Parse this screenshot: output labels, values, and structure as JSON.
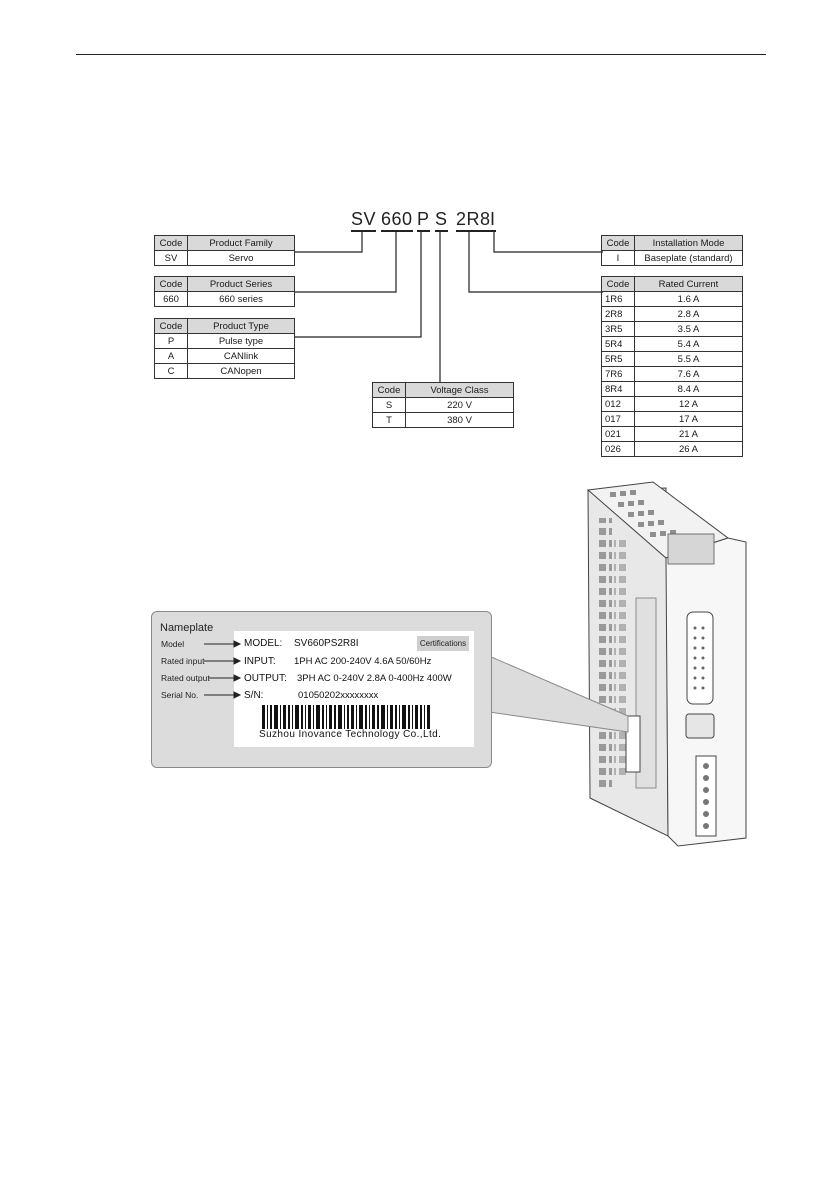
{
  "model_code": [
    "SV",
    "660",
    "P",
    "S",
    "2R8",
    "I"
  ],
  "tables": {
    "product_family": {
      "header": [
        "Code",
        "Product Family"
      ],
      "rows": [
        [
          "SV",
          "Servo"
        ]
      ]
    },
    "product_series": {
      "header": [
        "Code",
        "Product Series"
      ],
      "rows": [
        [
          "660",
          "660 series"
        ]
      ]
    },
    "product_type": {
      "header": [
        "Code",
        "Product Type"
      ],
      "rows": [
        [
          "P",
          "Pulse type"
        ],
        [
          "A",
          "CANlink"
        ],
        [
          "C",
          "CANopen"
        ]
      ]
    },
    "voltage_class": {
      "header": [
        "Code",
        "Voltage Class"
      ],
      "rows": [
        [
          "S",
          "220 V"
        ],
        [
          "T",
          "380 V"
        ]
      ]
    },
    "installation_mode": {
      "header": [
        "Code",
        "Installation Mode"
      ],
      "rows": [
        [
          "I",
          "Baseplate (standard)"
        ]
      ]
    },
    "rated_current": {
      "header": [
        "Code",
        "Rated Current"
      ],
      "rows": [
        [
          "1R6",
          "1.6 A"
        ],
        [
          "2R8",
          "2.8 A"
        ],
        [
          "3R5",
          "3.5 A"
        ],
        [
          "5R4",
          "5.4 A"
        ],
        [
          "5R5",
          "5.5 A"
        ],
        [
          "7R6",
          "7.6 A"
        ],
        [
          "8R4",
          "8.4 A"
        ],
        [
          "012",
          "12 A"
        ],
        [
          "017",
          "17 A"
        ],
        [
          "021",
          "21 A"
        ],
        [
          "026",
          "26 A"
        ]
      ]
    }
  },
  "nameplate": {
    "title": "Nameplate",
    "labels": [
      "Model",
      "Rated input",
      "Rated output",
      "Serial No."
    ],
    "model_key": "MODEL:",
    "model_value": "SV660PS2R8I",
    "certifications": "Certifications",
    "input_key": "INPUT:",
    "input_value": "1PH AC  200-240V 4.6A 50/60Hz",
    "output_key": "OUTPUT:",
    "output_value": "3PH AC  0-240V 2.8A 0-400Hz 400W",
    "sn_key": "S/N:",
    "sn_value": "01050202xxxxxxxx",
    "manufacturer": "Suzhou  Inovance  Technology  Co.,Ltd."
  },
  "colors": {
    "table_header": "#d9d9d9",
    "nameplate_bg": "#dcdcdc",
    "line": "#222222"
  }
}
